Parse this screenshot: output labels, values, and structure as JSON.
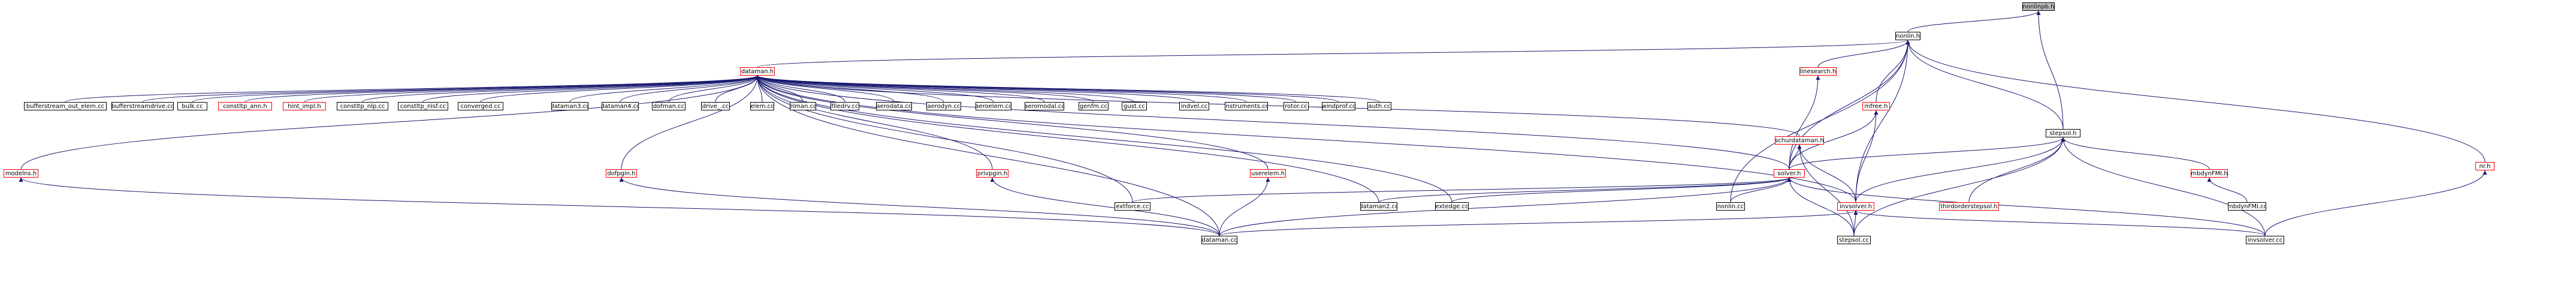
{
  "graph": {
    "type": "include-dependency-graph",
    "nodes": [
      {
        "id": "nonlinpb_h",
        "label": "nonlinpb.h",
        "border": "gray",
        "root": true
      },
      {
        "id": "nonlin_h",
        "label": "nonlin.h",
        "border": "black"
      },
      {
        "id": "dataman_h",
        "label": "dataman.h",
        "border": "red"
      },
      {
        "id": "linesearch_h",
        "label": "linesearch.h",
        "border": "red"
      },
      {
        "id": "stepsol_h",
        "label": "stepsol.h",
        "border": "black"
      },
      {
        "id": "nr_h",
        "label": "nr.h",
        "border": "red"
      },
      {
        "id": "bfso_cc",
        "label": "bufferstream_out_elem.cc",
        "border": "black"
      },
      {
        "id": "bfsd_cc",
        "label": "bufferstreamdrive.cc",
        "border": "black"
      },
      {
        "id": "bulk_cc",
        "label": "bulk.cc",
        "border": "black"
      },
      {
        "id": "ca_h",
        "label": "constltp_ann.h",
        "border": "red"
      },
      {
        "id": "hint_h",
        "label": "hint_impl.h",
        "border": "red"
      },
      {
        "id": "cn_cc",
        "label": "constltp_nlp.cc",
        "border": "black"
      },
      {
        "id": "cs_cc",
        "label": "constltp_nlsf.cc",
        "border": "black"
      },
      {
        "id": "conv_cc",
        "label": "converged.cc",
        "border": "black"
      },
      {
        "id": "dm3_cc",
        "label": "dataman3.cc",
        "border": "black"
      },
      {
        "id": "dm4_cc",
        "label": "dataman4.cc",
        "border": "black"
      },
      {
        "id": "dofman_cc",
        "label": "dofman.cc",
        "border": "black"
      },
      {
        "id": "drive_cc",
        "label": "drive_.cc",
        "border": "black"
      },
      {
        "id": "elem_cc",
        "label": "elem.cc",
        "border": "black"
      },
      {
        "id": "elman_cc",
        "label": "elman.cc",
        "border": "black"
      },
      {
        "id": "fdrv_cc",
        "label": "filedrv.cc",
        "border": "black"
      },
      {
        "id": "aerodata_cc",
        "label": "aerodata.cc",
        "border": "black"
      },
      {
        "id": "aerodyn_cc",
        "label": "aerodyn.cc",
        "border": "black"
      },
      {
        "id": "aeroelem_cc",
        "label": "aeroelem.cc",
        "border": "black"
      },
      {
        "id": "aeromodal_cc",
        "label": "aeromodal.cc",
        "border": "black"
      },
      {
        "id": "genfm_cc",
        "label": "genfm.cc",
        "border": "black"
      },
      {
        "id": "gust_cc",
        "label": "gust.cc",
        "border": "black"
      },
      {
        "id": "indvel_cc",
        "label": "indvel.cc",
        "border": "black"
      },
      {
        "id": "instr_cc",
        "label": "instruments.cc",
        "border": "black"
      },
      {
        "id": "rotor_cc",
        "label": "rotor.cc",
        "border": "black"
      },
      {
        "id": "windprof_cc",
        "label": "windprof.cc",
        "border": "black"
      },
      {
        "id": "auth_cc",
        "label": "auth.cc",
        "border": "black"
      },
      {
        "id": "mfree_h",
        "label": "mfree.h",
        "border": "red"
      },
      {
        "id": "schur_h",
        "label": "schurdataman.h",
        "border": "red"
      },
      {
        "id": "modelns_h",
        "label": "modelns.h",
        "border": "red"
      },
      {
        "id": "dofpgin_h",
        "label": "dofpgin.h",
        "border": "red"
      },
      {
        "id": "privpgin_h",
        "label": "privpgin.h",
        "border": "red"
      },
      {
        "id": "userelem_h",
        "label": "userelem.h",
        "border": "red"
      },
      {
        "id": "solver_h",
        "label": "solver.h",
        "border": "red"
      },
      {
        "id": "mbfmi_h",
        "label": "mbdynFMI.h",
        "border": "red"
      },
      {
        "id": "mbfmi_cc",
        "label": "mbdynFMI.cc",
        "border": "black"
      },
      {
        "id": "extforce_cc",
        "label": "extforce.cc",
        "border": "black"
      },
      {
        "id": "dm2_cc",
        "label": "dataman2.cc",
        "border": "black"
      },
      {
        "id": "extedge_cc",
        "label": "extedge.cc",
        "border": "black"
      },
      {
        "id": "nonlin_cc",
        "label": "nonlin.cc",
        "border": "black"
      },
      {
        "id": "invsolver_h",
        "label": "invsolver.h",
        "border": "red"
      },
      {
        "id": "third_h",
        "label": "thirdorderstepsol.h",
        "border": "red"
      },
      {
        "id": "dataman_cc",
        "label": "dataman.cc",
        "border": "black"
      },
      {
        "id": "stepsol_cc",
        "label": "stepsol.cc",
        "border": "black"
      },
      {
        "id": "invsolver_cc",
        "label": "invsolver.cc",
        "border": "black"
      }
    ],
    "edges": [
      [
        "nonlin_h",
        "nonlinpb_h"
      ],
      [
        "stepsol_h",
        "nonlinpb_h"
      ],
      [
        "dataman_h",
        "nonlin_h"
      ],
      [
        "linesearch_h",
        "nonlin_h"
      ],
      [
        "stepsol_h",
        "nonlin_h"
      ],
      [
        "nr_h",
        "nonlin_h"
      ],
      [
        "mfree_h",
        "nonlin_h"
      ],
      [
        "solver_h",
        "nonlin_h"
      ],
      [
        "invsolver_h",
        "nonlin_h"
      ],
      [
        "nonlin_cc",
        "nonlin_h"
      ],
      [
        "solver_h",
        "linesearch_h"
      ],
      [
        "bfso_cc",
        "dataman_h"
      ],
      [
        "bfsd_cc",
        "dataman_h"
      ],
      [
        "bulk_cc",
        "dataman_h"
      ],
      [
        "ca_h",
        "dataman_h"
      ],
      [
        "hint_h",
        "dataman_h"
      ],
      [
        "cn_cc",
        "dataman_h"
      ],
      [
        "cs_cc",
        "dataman_h"
      ],
      [
        "conv_cc",
        "dataman_h"
      ],
      [
        "dm3_cc",
        "dataman_h"
      ],
      [
        "dm4_cc",
        "dataman_h"
      ],
      [
        "dofman_cc",
        "dataman_h"
      ],
      [
        "drive_cc",
        "dataman_h"
      ],
      [
        "elem_cc",
        "dataman_h"
      ],
      [
        "elman_cc",
        "dataman_h"
      ],
      [
        "fdrv_cc",
        "dataman_h"
      ],
      [
        "aerodata_cc",
        "dataman_h"
      ],
      [
        "aerodyn_cc",
        "dataman_h"
      ],
      [
        "aeroelem_cc",
        "dataman_h"
      ],
      [
        "aeromodal_cc",
        "dataman_h"
      ],
      [
        "genfm_cc",
        "dataman_h"
      ],
      [
        "gust_cc",
        "dataman_h"
      ],
      [
        "indvel_cc",
        "dataman_h"
      ],
      [
        "instr_cc",
        "dataman_h"
      ],
      [
        "rotor_cc",
        "dataman_h"
      ],
      [
        "windprof_cc",
        "dataman_h"
      ],
      [
        "auth_cc",
        "dataman_h"
      ],
      [
        "modelns_h",
        "dataman_h"
      ],
      [
        "dofpgin_h",
        "dataman_h"
      ],
      [
        "privpgin_h",
        "dataman_h"
      ],
      [
        "userelem_h",
        "dataman_h"
      ],
      [
        "schur_h",
        "dataman_h"
      ],
      [
        "solver_h",
        "dataman_h"
      ],
      [
        "extforce_cc",
        "dataman_h"
      ],
      [
        "dm2_cc",
        "dataman_h"
      ],
      [
        "extedge_cc",
        "dataman_h"
      ],
      [
        "invsolver_h",
        "dataman_h"
      ],
      [
        "dataman_cc",
        "dataman_h"
      ],
      [
        "solver_h",
        "stepsol_h"
      ],
      [
        "invsolver_h",
        "stepsol_h"
      ],
      [
        "third_h",
        "stepsol_h"
      ],
      [
        "stepsol_cc",
        "stepsol_h"
      ],
      [
        "mbfmi_h",
        "stepsol_h"
      ],
      [
        "invsolver_cc",
        "stepsol_h"
      ],
      [
        "solver_h",
        "mfree_h"
      ],
      [
        "invsolver_h",
        "mfree_h"
      ],
      [
        "solver_h",
        "schur_h"
      ],
      [
        "invsolver_h",
        "schur_h"
      ],
      [
        "stepsol_cc",
        "schur_h"
      ],
      [
        "mbfmi_cc",
        "mbfmi_h"
      ],
      [
        "invsolver_cc",
        "nr_h"
      ],
      [
        "dataman_cc",
        "modelns_h"
      ],
      [
        "dataman_cc",
        "dofpgin_h"
      ],
      [
        "dataman_cc",
        "privpgin_h"
      ],
      [
        "dataman_cc",
        "userelem_h"
      ],
      [
        "extforce_cc",
        "solver_h"
      ],
      [
        "dm2_cc",
        "solver_h"
      ],
      [
        "extedge_cc",
        "solver_h"
      ],
      [
        "nonlin_cc",
        "solver_h"
      ],
      [
        "dataman_cc",
        "solver_h"
      ],
      [
        "stepsol_cc",
        "solver_h"
      ],
      [
        "invsolver_cc",
        "solver_h"
      ],
      [
        "dataman_cc",
        "invsolver_h"
      ],
      [
        "stepsol_cc",
        "invsolver_h"
      ],
      [
        "invsolver_cc",
        "invsolver_h"
      ]
    ]
  },
  "colors": {
    "edge": "#191970",
    "node_border_red": "#ff0000",
    "node_border_black": "#000000",
    "root_fill": "#bfbfbf",
    "background": "#ffffff"
  }
}
